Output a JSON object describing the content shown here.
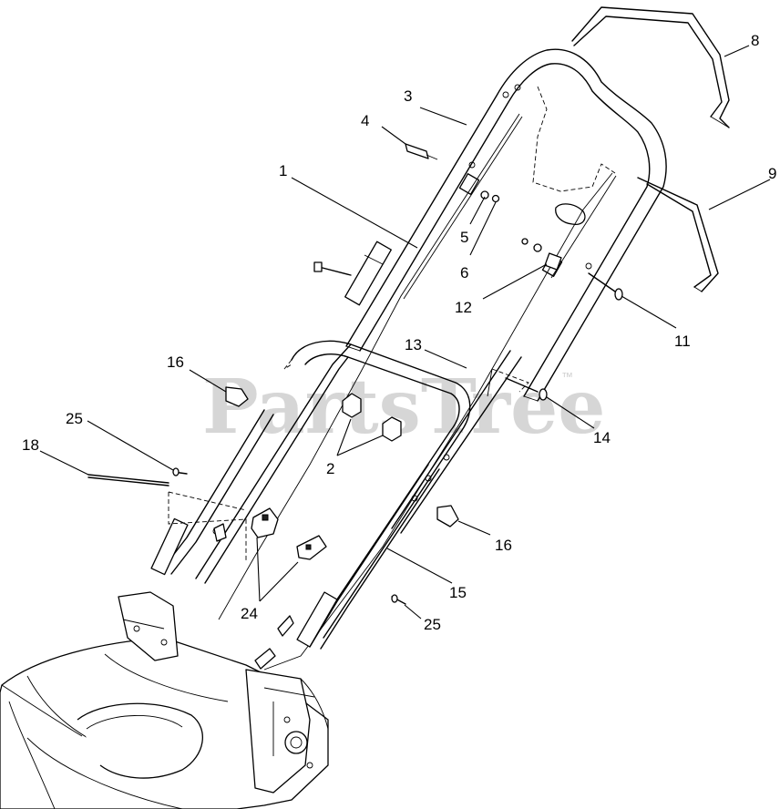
{
  "watermark": {
    "text": "PartsTree",
    "trademark": "™"
  },
  "callouts": {
    "c1": "1",
    "c2": "2",
    "c3": "3",
    "c4": "4",
    "c5": "5",
    "c6": "6",
    "c8": "8",
    "c9": "9",
    "c11": "11",
    "c12": "12",
    "c13": "13",
    "c14": "14",
    "c15": "15",
    "c16a": "16",
    "c16b": "16",
    "c18": "18",
    "c24": "24",
    "c25a": "25",
    "c25b": "25"
  }
}
